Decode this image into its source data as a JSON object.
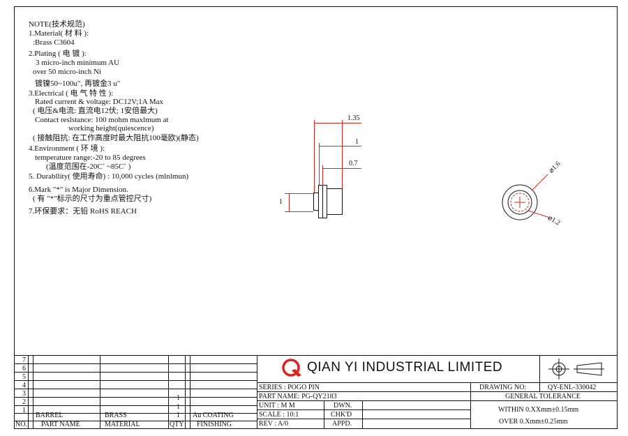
{
  "notes": {
    "title": "NOTE(技术规范)",
    "material_heading": "1.Material(   材    料   ):",
    "material_value": ":Brass  C3604",
    "plating_heading": "2.Plating (   电    镀    ):",
    "plating_line1": "3 micro-inch minimum AU",
    "plating_line2": "over 50 micro-inch Ni",
    "plating_line3": "镀镍50~100u\", 再镀金3 u\"",
    "electrical_heading": "3.Electrical ( 电 气 特 性 ):",
    "electrical_line1": "Rated current & voltage: DC12V;1A Max",
    "electrical_line2": "(    电压&电流:   直流电12伏; 1安倍最大)",
    "electrical_line3": "Contact reslstance: 100 mohm  maxlmum  at",
    "electrical_line4": "working height(quiescence)",
    "electrical_line5": "(    接触阻抗: 在工作高度时最大阻抗100毫欧)(静态)",
    "environment_heading": "4.Environment (    环  境 ):",
    "environment_line1": "temperature range:-20 to 85 degrees",
    "environment_line2": "(温度范围在-20C˚ ~85C˚ )",
    "durability_line": "5. Durabllity(     使用寿命) : 10,000 cycles (mlnlmun)",
    "mark_line1": "6.Mark \"*\" is Major Dimension.",
    "mark_line2": "(    有 \"*\"标示的尺寸为重点管控尺寸)",
    "env_req_line": "7.环保要求：无铅 RoHS REACH"
  },
  "dimensions": {
    "side_dim_1": "1.35",
    "side_dim_2": "1",
    "side_dim_3": "0.7",
    "side_dim_height": "1",
    "end_dia_outer": "⌀1.6",
    "end_dia_inner": "⌀1.2"
  },
  "title_block": {
    "row_numbers": [
      "7",
      "6",
      "5",
      "4",
      "3",
      "2",
      "1"
    ],
    "header_no": "NO.",
    "header_part_name": "PART NAME",
    "header_material": "MATERIAL",
    "header_qty": "QTY",
    "header_finishing": "FINISHING",
    "row1_part_name": "BARREL",
    "row1_material": "BRASS",
    "row1_qty": "1",
    "row1_finishing": "Au COATING",
    "row2_qty": "1",
    "row3_qty": "1",
    "company_name": "QIAN  YI  INDUSTRIAL  LIMITED",
    "series": "SERIES : POGO  PIN",
    "part_name": "PART NAME: PG-QY2183",
    "unit": "UNIT  : M M",
    "dwn": "DWN.",
    "scale": "SCALE : 10:1",
    "chkd": "CHK'D",
    "rev": "REV   : A/0",
    "appd": "APPD.",
    "drawing_no_label": "DRAWING NO:",
    "drawing_no_value": "QY-ENL-330042",
    "general_tolerance": "GENERAL TOLERANCE",
    "tol_within": "WITHIN 0.XXmm±0.15mm",
    "tol_over": "OVER   0.Xmm±0.25mm"
  },
  "colors": {
    "line": "#111111",
    "logo_red": "#d9261c",
    "center_mark_red": "#d9261c"
  }
}
